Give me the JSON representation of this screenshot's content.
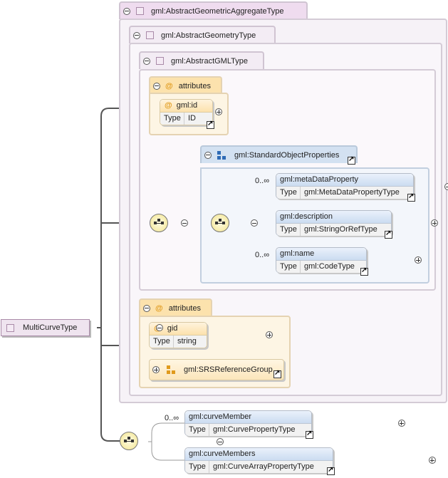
{
  "diagram": {
    "root": {
      "label": "MultiCurveType"
    },
    "aggregate": {
      "label": "gml:AbstractGeometricAggregateType"
    },
    "geometry": {
      "label": "gml:AbstractGeometryType"
    },
    "gml": {
      "label": "gml:AbstractGMLType"
    },
    "attributes_label": "attributes",
    "type_key": "Type",
    "gml_id": {
      "name": "gml:id",
      "type": "ID"
    },
    "standard_object": {
      "label": "gml:StandardObjectProperties",
      "elements": [
        {
          "name": "gml:metaDataProperty",
          "type": "gml:MetaDataPropertyType",
          "cardinality": "0..∞"
        },
        {
          "name": "gml:description",
          "type": "gml:StringOrRefType",
          "cardinality": ""
        },
        {
          "name": "gml:name",
          "type": "gml:CodeType",
          "cardinality": "0..∞"
        }
      ]
    },
    "gid": {
      "name": "gid",
      "type": "string"
    },
    "srs_group": {
      "label": "gml:SRSReferenceGroup"
    },
    "curve_members": [
      {
        "name": "gml:curveMember",
        "type": "gml:CurvePropertyType",
        "cardinality": "0..∞"
      },
      {
        "name": "gml:curveMembers",
        "type": "gml:CurveArrayPropertyType",
        "cardinality": ""
      }
    ],
    "colors": {
      "element_header": "#cbdcf1",
      "attribute_header": "#fce2ad",
      "type_box": "#f6f2f7",
      "compositor": "#f2e58f"
    }
  }
}
